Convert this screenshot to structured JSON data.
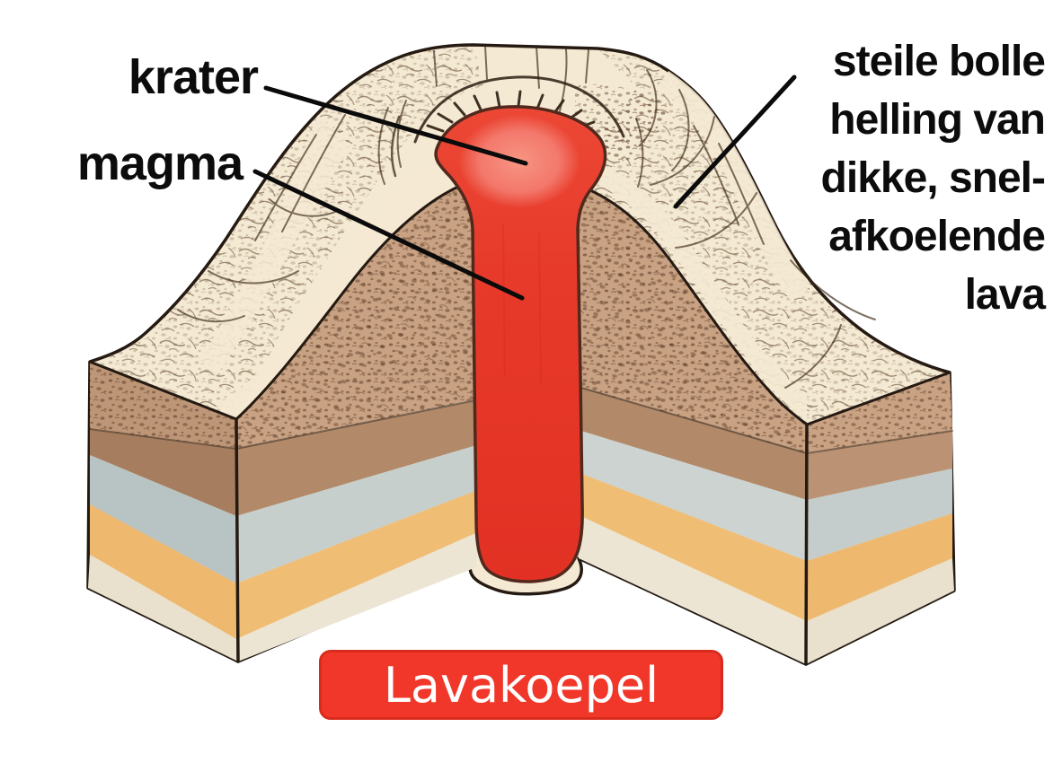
{
  "diagram": {
    "type": "volcano-cross-section",
    "subject": "lava dome",
    "banner": {
      "label": "Lavakoepel"
    },
    "labels": {
      "krater": "krater",
      "magma": "magma",
      "slope": "steile bolle\nhelling van\ndikke, snel-\nafkoelende\nlava"
    },
    "colors": {
      "background": "#ffffff",
      "banner_red": "#f0372a",
      "banner_border": "#d82b1d",
      "magma_red": "#e6382b",
      "magma_highlight": "#f79384",
      "dome_surface_cream": "#f4e9d3",
      "dome_interior_tan": "#c9a284",
      "layer_brown": "#b08766",
      "layer_blue_gray": "#c4cdcb",
      "layer_orange": "#eeb96f",
      "layer_cream": "#e9e1ce",
      "outline_dark": "#241a12",
      "label_text": "#0c0c0c"
    }
  }
}
